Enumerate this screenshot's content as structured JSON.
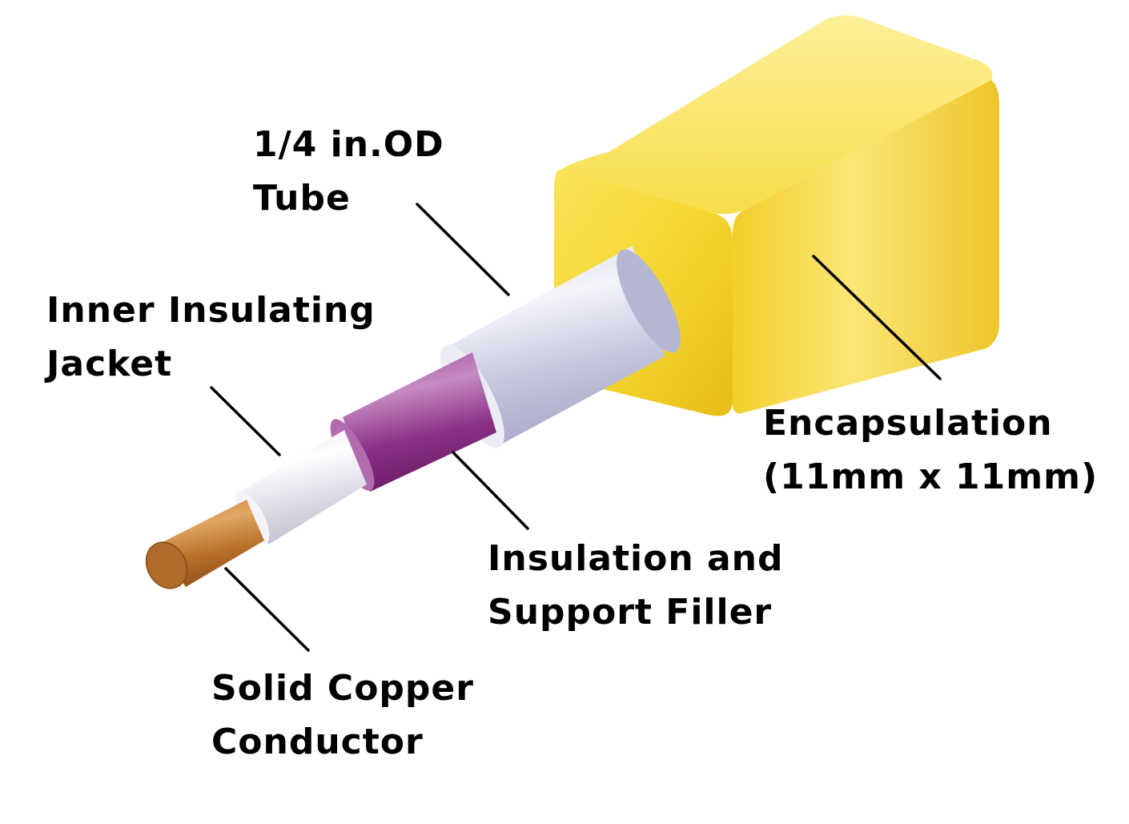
{
  "labels": {
    "tube": {
      "line1": "1/4 in.OD",
      "line2": "Tube"
    },
    "inner_jacket": {
      "line1": "Inner Insulating",
      "line2": "Jacket"
    },
    "encapsulation": {
      "line1": "Encapsulation",
      "line2": "(11mm x 11mm)"
    },
    "filler": {
      "line1": "Insulation and",
      "line2": "Support Filler"
    },
    "conductor": {
      "line1": "Solid Copper",
      "line2": "Conductor"
    }
  },
  "components": [
    {
      "name": "encapsulation-block",
      "color": "#f2d52e"
    },
    {
      "name": "outer-tube",
      "color": "#c4c6de"
    },
    {
      "name": "insulation-filler",
      "color": "#8a2f85"
    },
    {
      "name": "inner-jacket",
      "color": "#e6e6ec"
    },
    {
      "name": "copper-conductor",
      "color": "#b86f2a"
    }
  ]
}
